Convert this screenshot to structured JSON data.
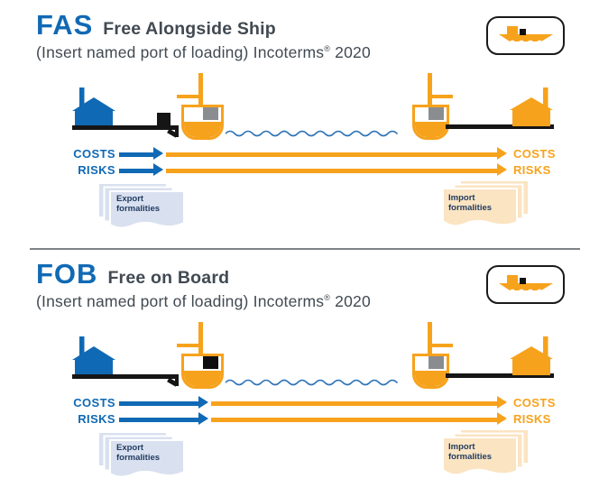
{
  "sections": [
    {
      "code": "FAS",
      "name": "Free Alongside Ship",
      "subtitle_pre": "(Insert named port of loading) Incoterms",
      "subtitle_reg": "®",
      "subtitle_post": " 2020",
      "labels": {
        "costs": "COSTS",
        "risks": "RISKS"
      },
      "export_note": "Export formalities",
      "import_note": "Import formalities"
    },
    {
      "code": "FOB",
      "name": "Free on Board",
      "subtitle_pre": "(Insert named port of loading) Incoterms",
      "subtitle_reg": "®",
      "subtitle_post": " 2020",
      "labels": {
        "costs": "COSTS",
        "risks": "RISKS"
      },
      "export_note": "Export formalities",
      "import_note": "Import formalities"
    }
  ],
  "icons": {
    "badge": "cargo-ship-icon",
    "seller": "factory-icon",
    "buyer": "warehouse-icon",
    "documents": "document-stack-icon"
  },
  "colors": {
    "blue": "#1069B4",
    "orange": "#F7A21C",
    "dark_text": "#414A52",
    "container_gray": "#8A8D90",
    "container_black": "#0F0F0F",
    "export_sheet": "#D9E0EF",
    "import_sheet": "#FBE4C2",
    "note_text": "#1E3A5F",
    "water": "#2F74B6",
    "divider": "#7E8387"
  }
}
